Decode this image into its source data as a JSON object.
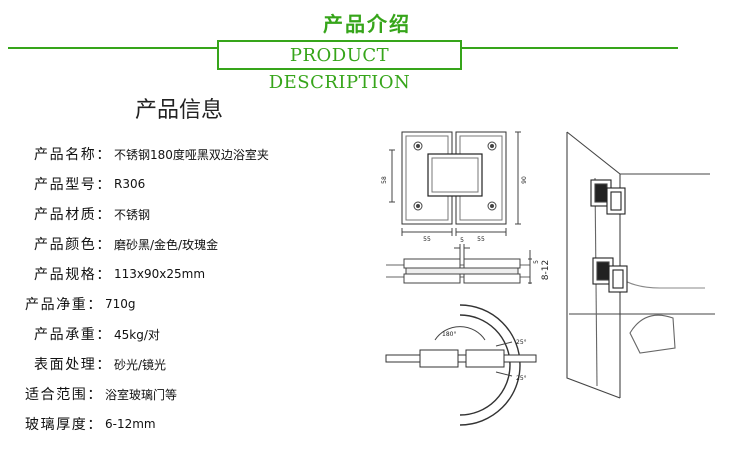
{
  "header": {
    "title": "产品介绍",
    "subtitle": "PRODUCT DESCRIPTION",
    "accent_color": "#36a51a"
  },
  "info": {
    "title": "产品信息",
    "rows": [
      {
        "label": "产品名称：",
        "value": "不锈钢180度哑黑双边浴室夹"
      },
      {
        "label": "产品型号：",
        "value": "R306"
      },
      {
        "label": "产品材质：",
        "value": "不锈钢"
      },
      {
        "label": "产品颜色：",
        "value": "磨砂黑/金色/玫瑰金"
      },
      {
        "label": "产品规格：",
        "value": "113x90x25mm"
      },
      {
        "label": "产品净重：",
        "value": "710g"
      },
      {
        "label": "产品承重：",
        "value": "45kg/对"
      },
      {
        "label": "表面处理：",
        "value": "砂光/镜光"
      },
      {
        "label": "适合范围：",
        "value": "浴室玻璃门等"
      },
      {
        "label": "玻璃厚度：",
        "value": "6-12mm"
      }
    ]
  },
  "diagram": {
    "dim_height": "58",
    "dim_total": "90",
    "dim_width_left": "55",
    "dim_width_right": "55",
    "dim_gap": "5",
    "dim_thick": "5",
    "dim_glass": "8-12",
    "angle_main": "180°",
    "angle_top": "25°",
    "angle_bottom": "25°"
  }
}
